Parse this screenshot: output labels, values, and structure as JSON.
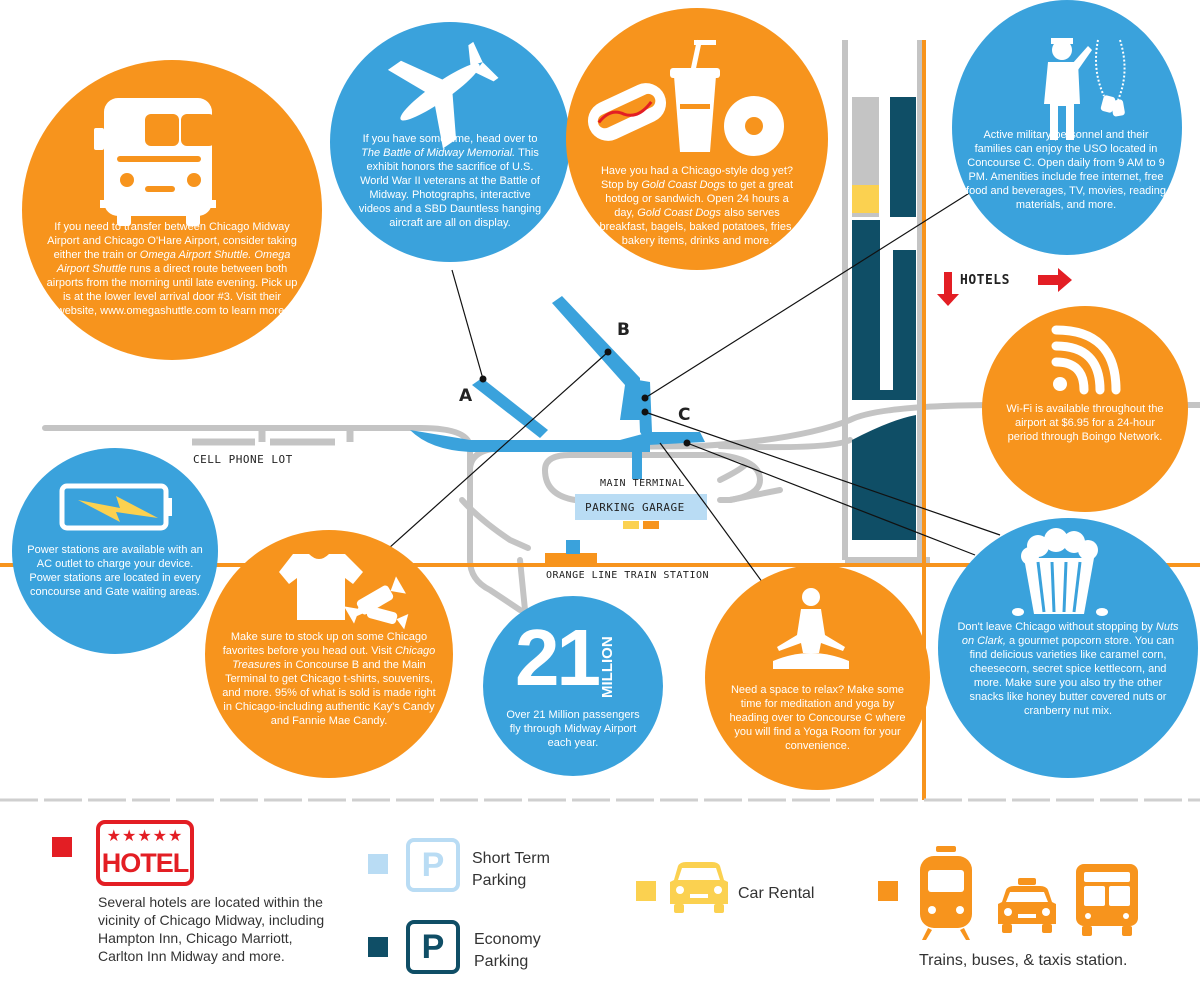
{
  "map": {
    "labels": {
      "cell_phone_lot": "CELL PHONE LOT",
      "main_terminal": "MAIN TERMINAL",
      "parking_garage": "PARKING GARAGE",
      "orange_line": "ORANGE LINE TRAIN STATION",
      "hotels": "HOTELS",
      "concourse_a": "A",
      "concourse_b": "B",
      "concourse_c": "C"
    }
  },
  "callouts": {
    "shuttle": {
      "p1": "If you need to transfer between Chicago Midway Airport and Chicago O'Hare Airport, consider taking either the train or",
      "em1": "Omega Airport Shuttle.",
      "em2": "Omega Airport Shuttle",
      "p2": "runs a direct route between both airports from the morning until late evening. Pick up is at the lower level arrival door #3. Visit their website, www.omegashuttle.com to learn more."
    },
    "memorial": {
      "p1": "If you have some time, head over to",
      "em1": "The Battle of Midway Memorial.",
      "p2": "This exhibit honors the sacrifice of U.S. World War II veterans at the Battle of Midway. Photographs, interactive videos and a SBD Dauntless hanging aircraft are all on display."
    },
    "dogs": {
      "p1": "Have you had a Chicago-style dog yet? Stop by",
      "em1": "Gold Coast Dogs",
      "p2": "to get a great hotdog or sandwich. Open 24 hours a day,",
      "em2": "Gold Coast Dogs",
      "p3": "also serves breakfast, bagels, baked potatoes, fries, bakery items, drinks and more."
    },
    "uso": {
      "text": "Active military personnel and their families can enjoy the USO located in Concourse C. Open daily from 9 AM to 9 PM. Amenities include free internet, free food and beverages, TV, movies, reading materials, and more."
    },
    "wifi": {
      "text": "Wi-Fi is available throughout the airport at $6.95 for a 24-hour period through Boingo Network."
    },
    "power": {
      "text": "Power stations are available with an AC outlet to charge your device.  Power stations are located in every concourse and Gate waiting areas."
    },
    "treasures": {
      "p1": "Make sure to stock up on some Chicago favorites before you head out. Visit",
      "em1": "Chicago Treasures",
      "p2": "in Concourse B and the Main Terminal to get Chicago t-shirts, souvenirs, and more. 95% of what is sold is made right in Chicago-including authentic Kay's Candy and Fannie Mae Candy."
    },
    "passengers": {
      "number": "21",
      "unit": "MILLION",
      "text": "Over 21 Million passengers fly through Midway Airport each year."
    },
    "yoga": {
      "text": "Need a space to relax? Make some time for meditation and yoga by heading over to Concourse C where you will find a Yoga Room for your convenience."
    },
    "popcorn": {
      "p1": "Don't leave Chicago without stopping by",
      "em1": "Nuts on Clark,",
      "p2": "a gourmet popcorn store. You can find delicious varieties like caramel corn, cheesecorn, secret spice kettlecorn, and more.  Make sure you also try the other snacks like honey butter covered nuts or cranberry nut mix."
    }
  },
  "legend": {
    "hotel": {
      "sign": "HOTEL",
      "text": "Several hotels are located within the vicinity of Chicago Midway, including Hampton Inn, Chicago Marriott, Carlton Inn Midway and more."
    },
    "short_term": {
      "icon": "P",
      "line1": "Short Term",
      "line2": "Parking"
    },
    "economy": {
      "icon": "P",
      "line1": "Economy",
      "line2": "Parking"
    },
    "car_rental": {
      "text": "Car Rental"
    },
    "transit": {
      "text": "Trains, buses, & taxis station."
    }
  },
  "colors": {
    "orange": "#f7941d",
    "blue": "#3aa2dc",
    "light_blue": "#b9dcf4",
    "dark_teal": "#0f4e66",
    "red": "#e31e24",
    "yellow": "#fbd150",
    "road_gray": "#c4c4c4"
  }
}
